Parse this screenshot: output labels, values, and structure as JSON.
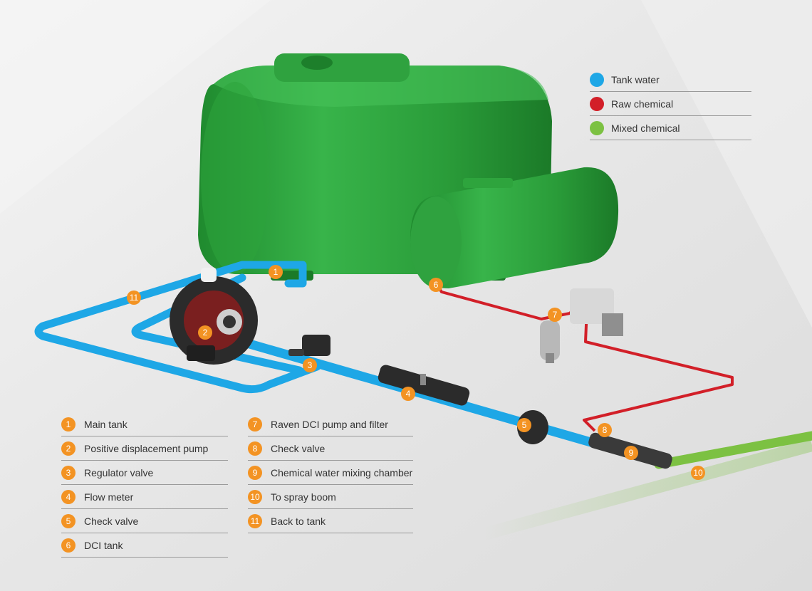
{
  "legend": [
    {
      "label": "Tank water",
      "color": "#1ea7e6"
    },
    {
      "label": "Raw chemical",
      "color": "#d21f28"
    },
    {
      "label": "Mixed chemical",
      "color": "#7cc142"
    }
  ],
  "parts_col1": [
    {
      "num": "1",
      "label": "Main tank"
    },
    {
      "num": "2",
      "label": "Positive displacement pump"
    },
    {
      "num": "3",
      "label": "Regulator valve"
    },
    {
      "num": "4",
      "label": "Flow meter"
    },
    {
      "num": "5",
      "label": "Check valve"
    },
    {
      "num": "6",
      "label": "DCI tank"
    }
  ],
  "parts_col2": [
    {
      "num": "7",
      "label": "Raven DCI pump and filter"
    },
    {
      "num": "8",
      "label": "Check valve"
    },
    {
      "num": "9",
      "label": "Chemical water mixing chamber"
    },
    {
      "num": "10",
      "label": "To spray boom"
    },
    {
      "num": "11",
      "label": "Back to tank"
    }
  ],
  "badges": [
    "1",
    "2",
    "3",
    "4",
    "5",
    "6",
    "7",
    "8",
    "9",
    "10",
    "11"
  ],
  "colors": {
    "accent": "#f39323",
    "tank_green": "#2ea43d",
    "water": "#1ea7e6",
    "raw": "#d21f28",
    "mixed": "#7cc142"
  }
}
